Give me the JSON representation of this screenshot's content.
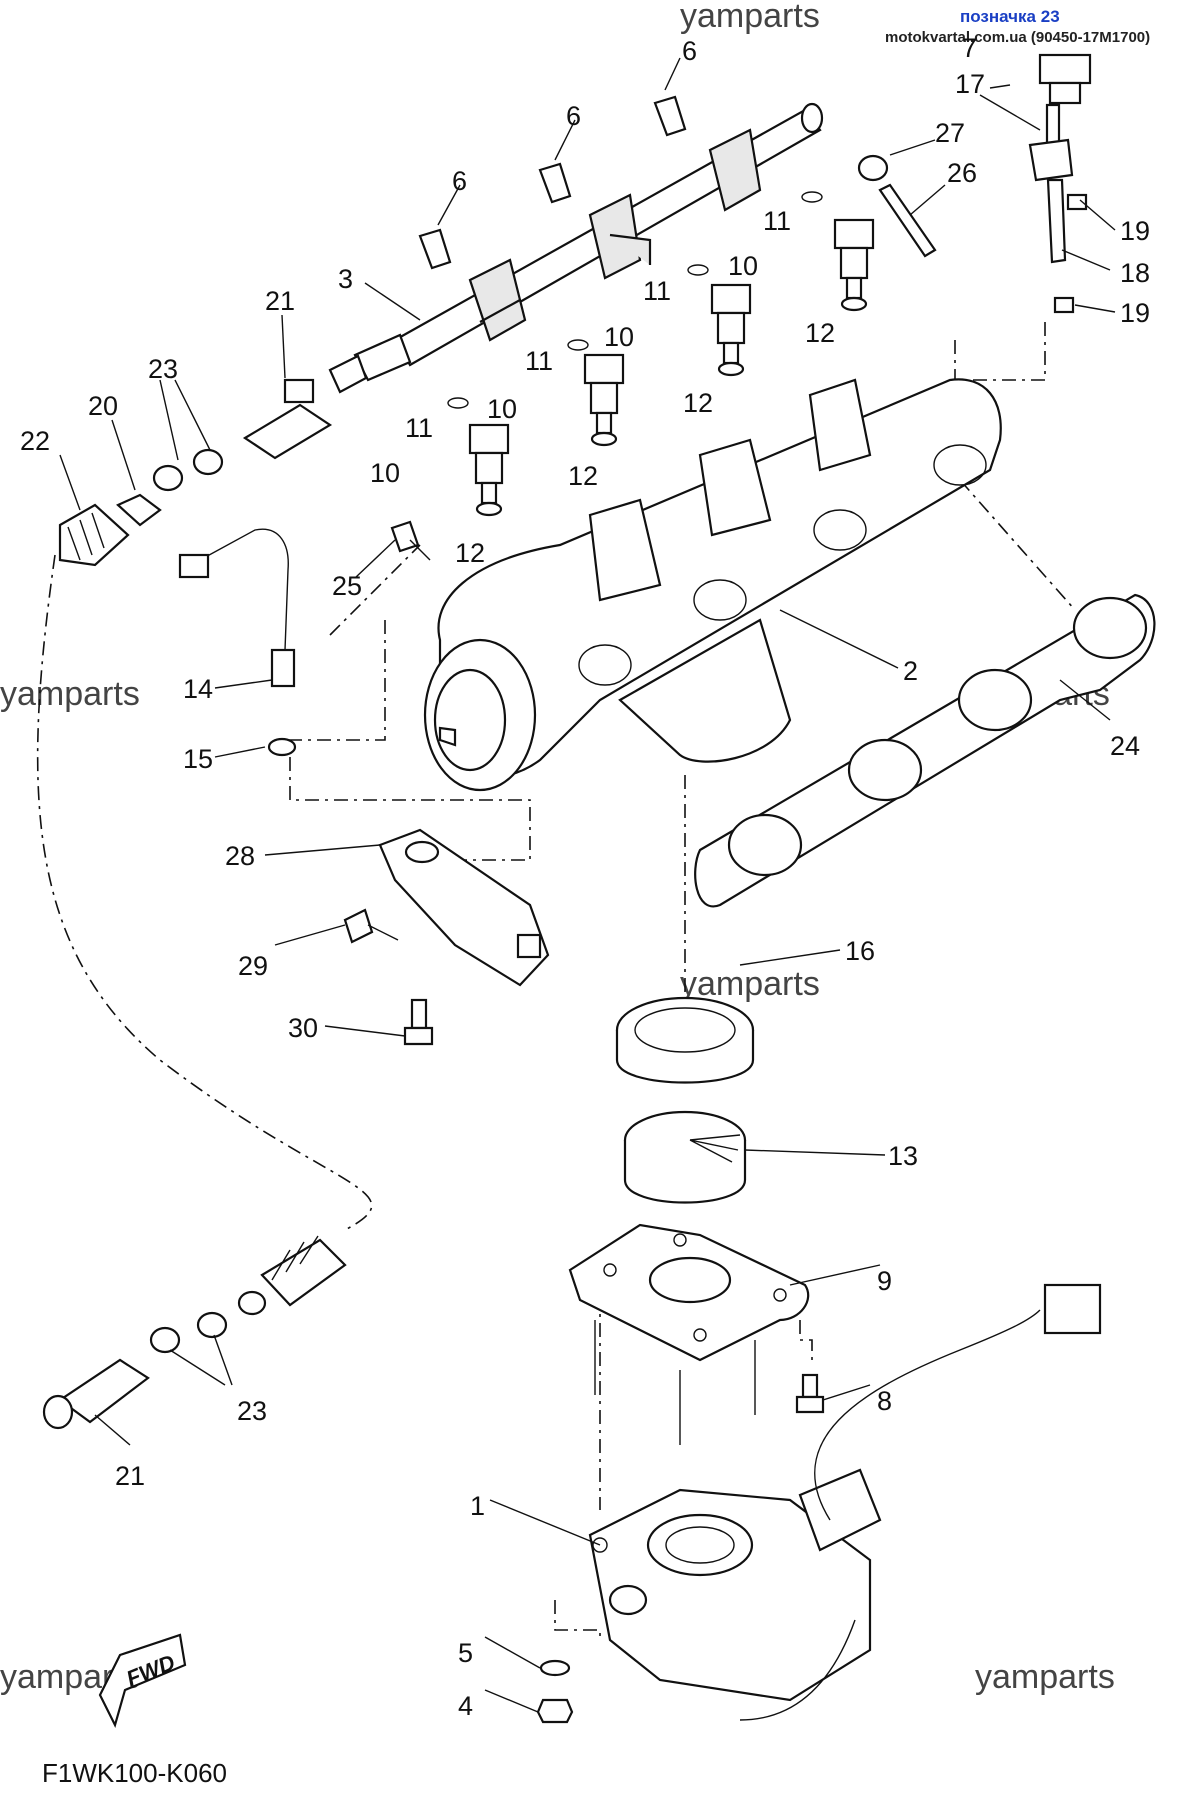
{
  "header": {
    "reference_label": "позначка 23",
    "source_url": "motokvartal.com.ua (90450-17M1700)"
  },
  "watermarks": [
    "yamparts",
    "yamparts",
    "yamparts",
    "yamparts",
    "yamparts",
    "yamparts"
  ],
  "diagram_code": "F1WK100-K060",
  "fwd_label": "FWD",
  "callouts": [
    "1",
    "2",
    "3",
    "4",
    "5",
    "6",
    "6",
    "6",
    "7",
    "8",
    "9",
    "10",
    "10",
    "10",
    "10",
    "11",
    "11",
    "11",
    "11",
    "12",
    "12",
    "12",
    "12",
    "13",
    "14",
    "15",
    "16",
    "17",
    "18",
    "19",
    "19",
    "20",
    "21",
    "21",
    "22",
    "23",
    "23",
    "24",
    "25",
    "26",
    "27",
    "28",
    "29",
    "30"
  ],
  "parts": [
    {
      "no": "1",
      "icon": "throttle-body-icon"
    },
    {
      "no": "2",
      "icon": "intake-manifold-icon"
    },
    {
      "no": "3",
      "icon": "fuel-rail-icon"
    },
    {
      "no": "4",
      "icon": "nut-icon"
    },
    {
      "no": "5",
      "icon": "washer-icon"
    },
    {
      "no": "6",
      "icon": "bolt-icon"
    },
    {
      "no": "7",
      "icon": "pressure-sensor-icon"
    },
    {
      "no": "8",
      "icon": "bolt-icon"
    },
    {
      "no": "9",
      "icon": "gasket-plate-icon"
    },
    {
      "no": "10",
      "icon": "fuel-injector-icon"
    },
    {
      "no": "11",
      "icon": "o-ring-icon"
    },
    {
      "no": "12",
      "icon": "seal-icon"
    },
    {
      "no": "13",
      "icon": "flame-arrester-icon"
    },
    {
      "no": "14",
      "icon": "temperature-sensor-icon"
    },
    {
      "no": "15",
      "icon": "washer-icon"
    },
    {
      "no": "16",
      "icon": "rubber-joint-icon"
    },
    {
      "no": "17",
      "icon": "hose-joint-icon"
    },
    {
      "no": "18",
      "icon": "hose-icon"
    },
    {
      "no": "19",
      "icon": "clip-icon"
    },
    {
      "no": "20",
      "icon": "hose-end-icon"
    },
    {
      "no": "21",
      "icon": "fuel-connector-icon"
    },
    {
      "no": "22",
      "icon": "fuel-hose-icon"
    },
    {
      "no": "23",
      "icon": "hose-clamp-icon"
    },
    {
      "no": "24",
      "icon": "manifold-gasket-icon"
    },
    {
      "no": "25",
      "icon": "bolt-icon"
    },
    {
      "no": "26",
      "icon": "stud-bolt-icon"
    },
    {
      "no": "27",
      "icon": "cap-nut-icon"
    },
    {
      "no": "28",
      "icon": "bracket-icon"
    },
    {
      "no": "29",
      "icon": "bolt-icon"
    },
    {
      "no": "30",
      "icon": "bolt-icon"
    }
  ]
}
